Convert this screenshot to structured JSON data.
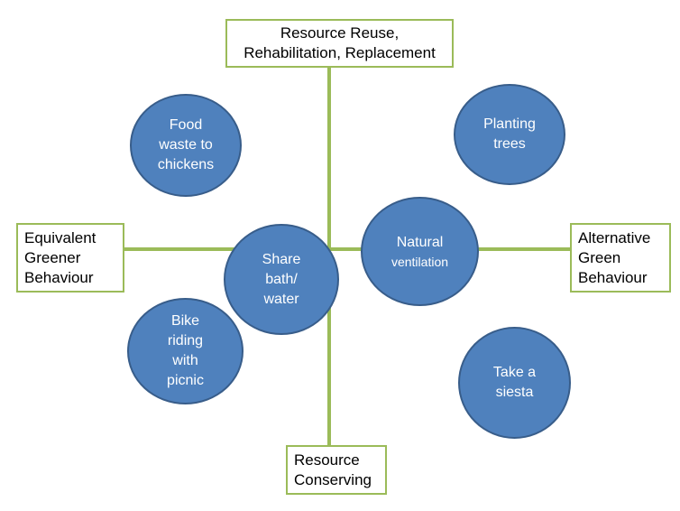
{
  "colors": {
    "axis": "#9bbb59",
    "bubble_fill": "#4f81bd",
    "bubble_border": "#385d8a",
    "bubble_text": "#ffffff",
    "box_text": "#000000"
  },
  "axes": {
    "top": {
      "lines": [
        "Resource Reuse,",
        "Rehabilitation, Replacement"
      ]
    },
    "bottom": {
      "lines": [
        "Resource",
        "Conserving"
      ]
    },
    "left": {
      "lines": [
        "Equivalent",
        "Greener",
        "Behaviour"
      ]
    },
    "right": {
      "lines": [
        "Alternative",
        "Green",
        "Behaviour"
      ]
    }
  },
  "bubbles": {
    "food_waste": {
      "lines": [
        "Food",
        "waste to",
        "chickens"
      ]
    },
    "planting_trees": {
      "lines": [
        "Planting",
        "trees"
      ]
    },
    "share_bath": {
      "lines": [
        "Share",
        "bath/",
        "water"
      ]
    },
    "natural_ventilation": {
      "lines": [
        "Natural",
        "ventilation"
      ]
    },
    "bike_riding": {
      "lines": [
        "Bike",
        "riding",
        "with",
        "picnic"
      ]
    },
    "take_siesta": {
      "lines": [
        "Take a",
        "siesta"
      ]
    }
  }
}
